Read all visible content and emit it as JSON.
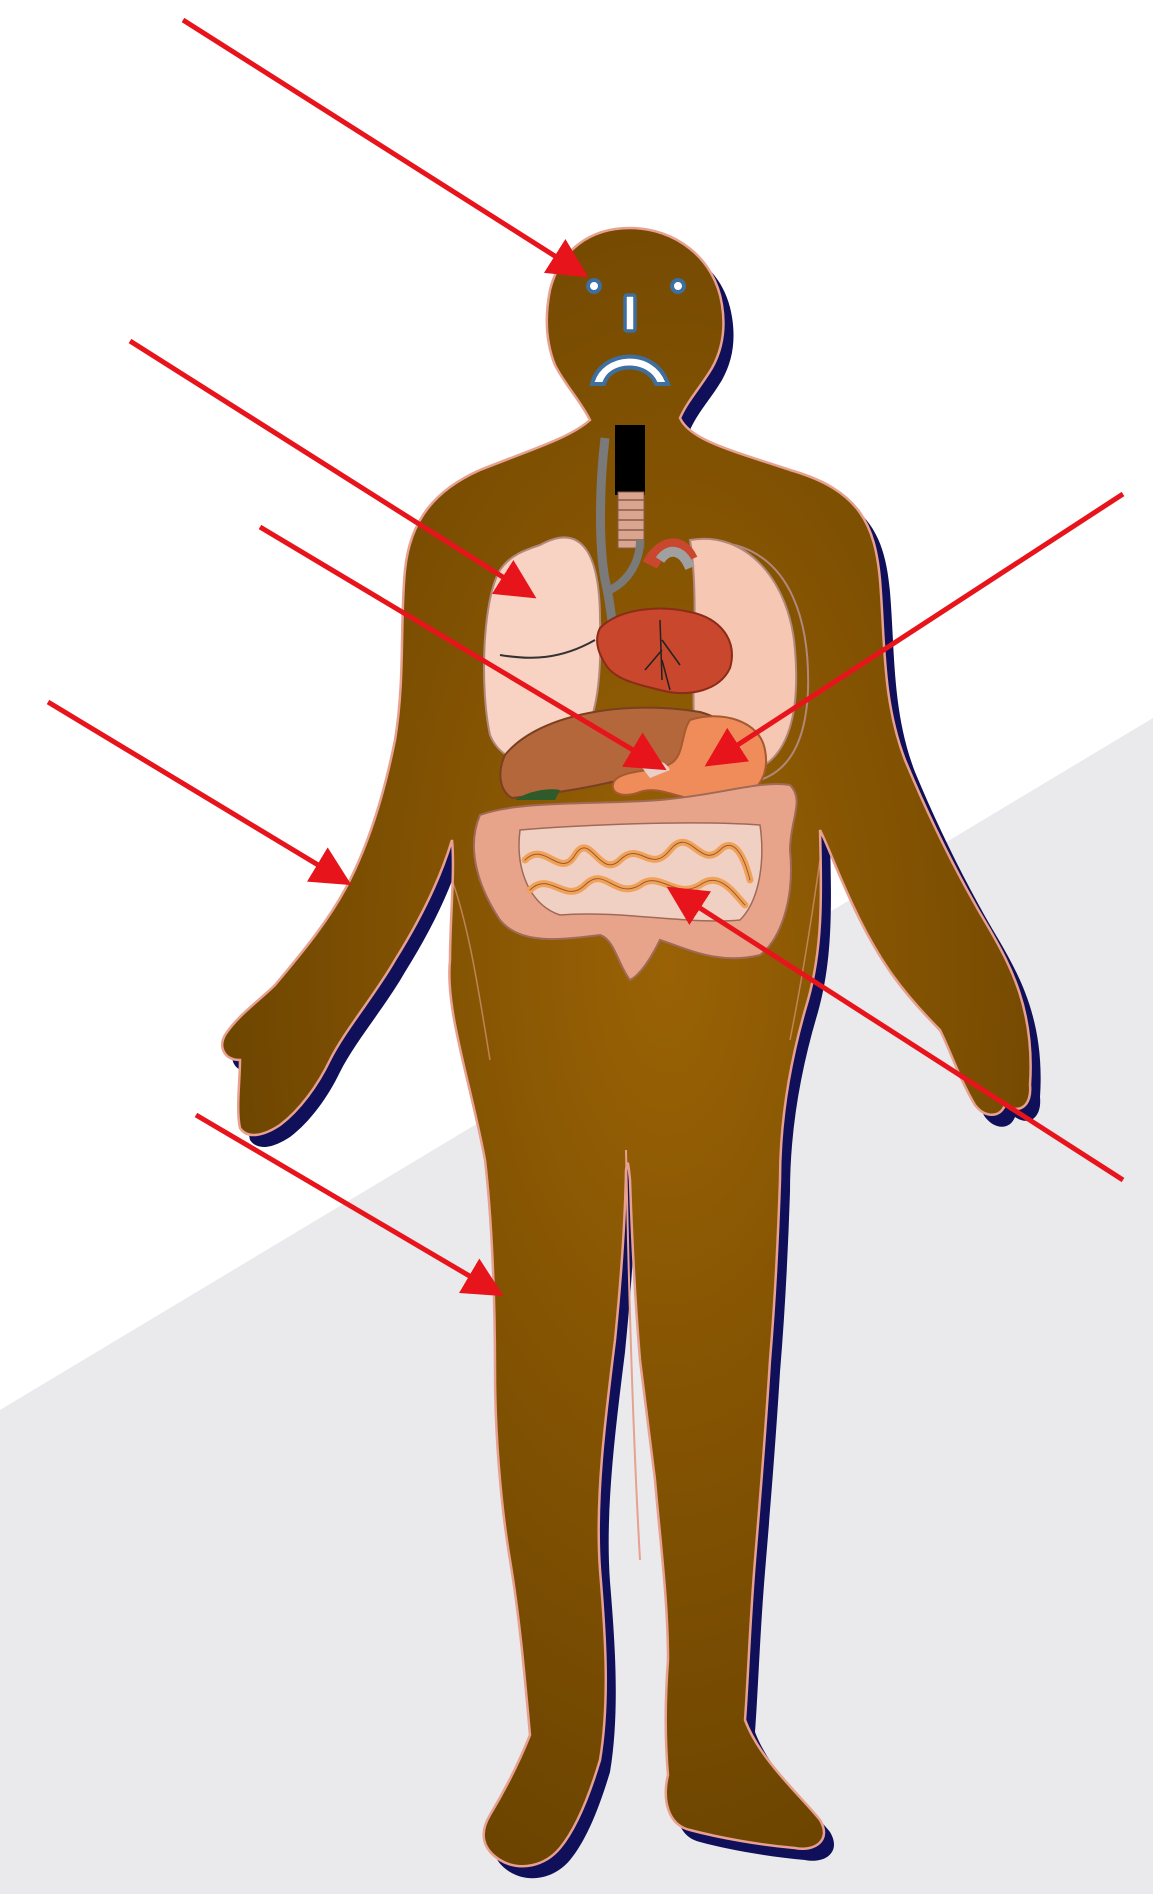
{
  "diagram": {
    "kind": "unlabeled anatomy worksheet",
    "colors": {
      "background": "#ffffff",
      "floor": "#eaeaec",
      "body_dark": "#6a4300",
      "body_light": "#9a6205",
      "body_outline": "#e8a090",
      "body_shadow": "#10105a",
      "face": "#3d6fa0",
      "arrow": "#e8141c",
      "lung": "#f8d2c2",
      "heart": "#c9472c",
      "liver": "#b5673c",
      "stomach": "#f08c5a",
      "intestine": "#e7a48a",
      "small_intestine": "#f1a25a"
    },
    "icons": [
      "face-icon",
      "lungs-icon",
      "heart-icon",
      "trachea-icon",
      "liver-icon",
      "stomach-icon",
      "intestines-icon"
    ],
    "pointers": [
      {
        "id": "pointer-head",
        "target": "head"
      },
      {
        "id": "pointer-lung",
        "target": "lung"
      },
      {
        "id": "pointer-liver",
        "target": "liver"
      },
      {
        "id": "pointer-arm",
        "target": "arm"
      },
      {
        "id": "pointer-leg",
        "target": "leg"
      },
      {
        "id": "pointer-stomach",
        "target": "stomach"
      },
      {
        "id": "pointer-intestine",
        "target": "intestine"
      }
    ]
  }
}
